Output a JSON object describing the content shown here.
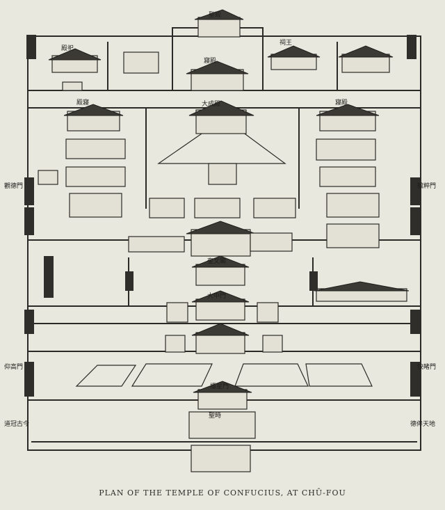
{
  "caption": "PLAN OF THE TEMPLE OF CONFUCIUS, AT CHŪ-FOU",
  "labels": {
    "top_hall": "聖殿",
    "upper_left": "殿祀",
    "upper_right": "祠王",
    "rear_hall": "寢殿",
    "main_hall": "大成殿",
    "left_hall": "殿寢",
    "right_hall": "寢殿",
    "left_side_gate": "觀德門",
    "right_side_gate": "毓粹門",
    "left_gate_lower": "快睹門",
    "right_gate_lower": "仰高門",
    "center_gate": "大中門",
    "left_stele": "奎文閣",
    "bottom_left": "聖時",
    "bottom_right": "德侔天地",
    "bottom_left_sign": "道冠古今",
    "front_gate": "欞星門"
  },
  "colors": {
    "paper": "#e9e8df",
    "ink": "#2b2a26"
  }
}
